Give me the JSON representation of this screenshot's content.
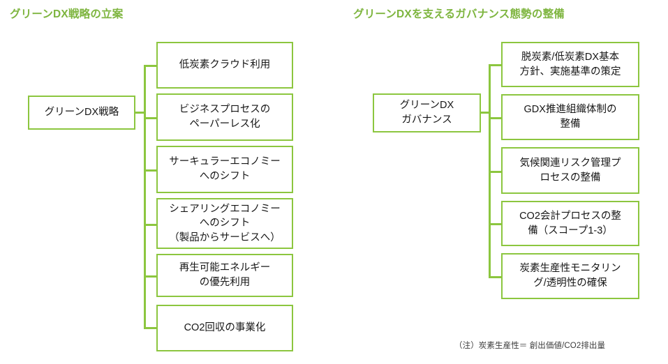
{
  "panels": {
    "left": {
      "title": "グリーンDX戦略の立案",
      "root": "グリーンDX戦略",
      "children": [
        "低炭素クラウド利用",
        "ビジネスプロセスの\nペーパーレス化",
        "サーキュラーエコノミー\nへのシフト",
        "シェアリングエコノミー\nへのシフト\n（製品からサービスへ）",
        "再生可能エネルギー\nの優先利用",
        "CO2回収の事業化"
      ]
    },
    "right": {
      "title": "グリーンDXを支えるガバナンス態勢の整備",
      "root": "グリーンDX\nガバナンス",
      "children": [
        "脱炭素/低炭素DX基本\n方針、実施基準の策定",
        "GDX推進組織体制の\n整備",
        "気候関連リスク管理プ\nロセスの整備",
        "CO2会計プロセスの整\n備（スコープ1-3）",
        "炭素生産性モニタリン\nグ/透明性の確保"
      ]
    }
  },
  "footnote": "（注）炭素生産性＝ 創出価値/CO2排出量",
  "colors": {
    "accent": "#8cc63f",
    "title": "#7eb53f",
    "text": "#161616",
    "footnote": "#3a3a3a",
    "background": "#ffffff"
  }
}
